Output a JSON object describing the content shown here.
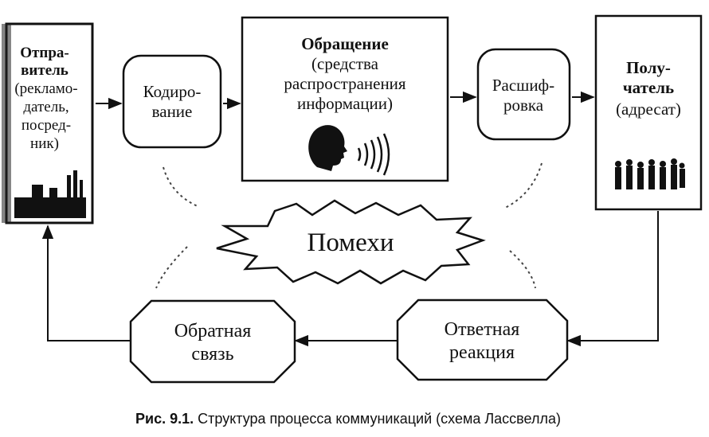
{
  "sender": {
    "lines": [
      "Отпра-",
      "витель",
      "(рекламо-",
      "датель,",
      "посред-",
      "ник)"
    ]
  },
  "encoding": {
    "lines": [
      "Кодиро-",
      "вание"
    ]
  },
  "message": {
    "title": "Обращение",
    "lines": [
      "(средства",
      "распространения",
      "информации)"
    ]
  },
  "decoding": {
    "lines": [
      "Расшиф-",
      "ровка"
    ]
  },
  "receiver": {
    "lines": [
      "Полу-",
      "чатель",
      "(адресат)"
    ]
  },
  "noise": {
    "label": "Помехи"
  },
  "response": {
    "lines": [
      "Ответная",
      "реакция"
    ]
  },
  "feedback": {
    "lines": [
      "Обратная",
      "связь"
    ]
  },
  "caption": {
    "prefix": "Рис. 9.1.",
    "text": " Структура процесса коммуникаций (схема Лассвелла)"
  }
}
